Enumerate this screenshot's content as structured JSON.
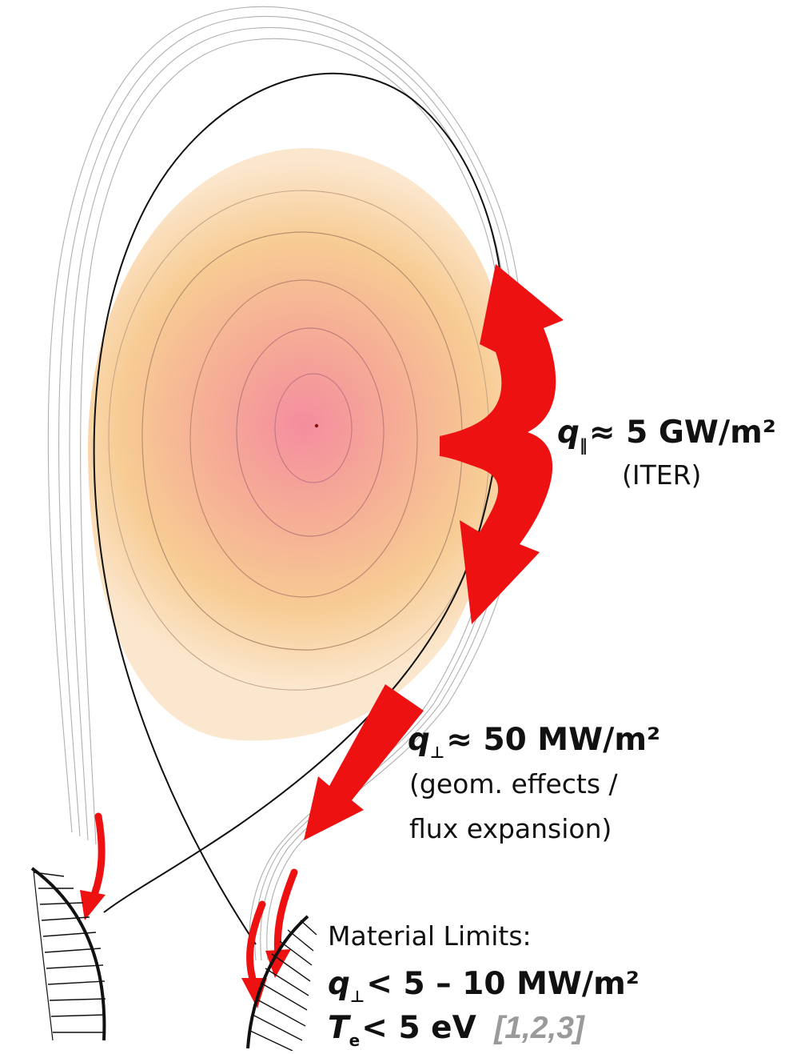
{
  "labels": {
    "parallel": {
      "symbol": "q",
      "subscript": "‖",
      "value": "≈ 5 GW/m²",
      "note": "(ITER)"
    },
    "perp": {
      "symbol": "q",
      "subscript": "⊥",
      "value": "≈ 50 MW/m²",
      "note_line1": "(geom. effects /",
      "note_line2": "flux expansion)"
    },
    "limits": {
      "title": "Material Limits:",
      "q_symbol": "q",
      "q_subscript": "⊥",
      "q_value": "< 5 – 10 MW/m²",
      "t_symbol": "T",
      "t_subscript": "e",
      "t_value": "< 5 eV",
      "citation": "[1,2,3]"
    }
  },
  "colors": {
    "arrow": "#ee1111",
    "core": "#f48a9a",
    "outer_glow": "#f7c98a",
    "separatrix": "#111111",
    "sol_lines": "#a8a8a8"
  },
  "icons": [
    "heat-flux-arrow",
    "divertor-target-plate"
  ]
}
